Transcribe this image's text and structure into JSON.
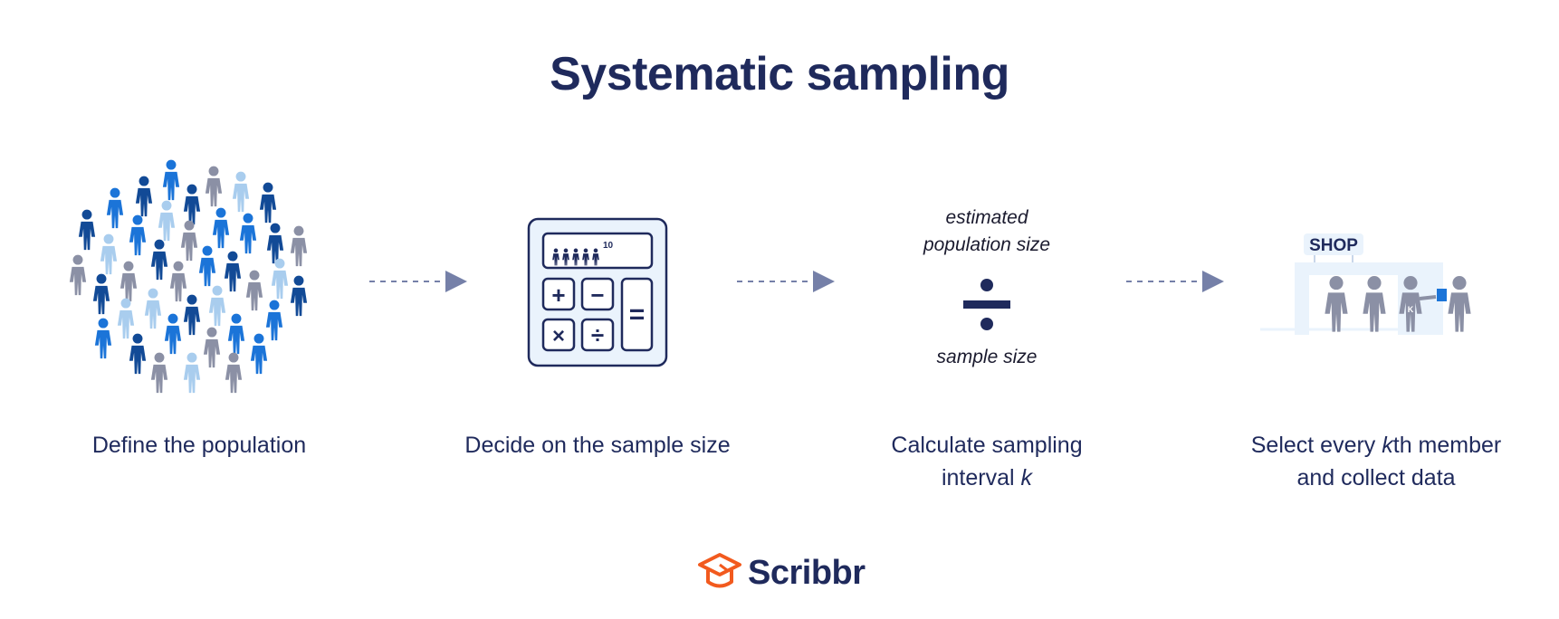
{
  "title": "Systematic sampling",
  "steps": [
    {
      "line1": "Define the population"
    },
    {
      "line1": "Decide on the sample size"
    },
    {
      "line1": "Calculate sampling",
      "line2_pre": "interval ",
      "line2_ital": "k"
    },
    {
      "line1_pre": "Select every ",
      "line1_ital": "k",
      "line1_post": "th member",
      "line2": "and collect data"
    }
  ],
  "formula": {
    "numerator_line1": "estimated",
    "numerator_line2": "population size",
    "denominator": "sample size"
  },
  "calculator": {
    "exponent": "10",
    "keys": {
      "plus": "+",
      "minus": "−",
      "times": "×",
      "divide": "÷",
      "equals": "="
    }
  },
  "shop": {
    "sign": "SHOP",
    "badge": "K"
  },
  "brand": {
    "name": "Scribbr"
  },
  "colors": {
    "navy": "#1f2a5c",
    "arrow": "#7580a8",
    "blue": "#1b74d8",
    "dark_blue": "#124a96",
    "light_blue": "#a9cdee",
    "gray": "#8b90a5",
    "panel": "#eaf3fc",
    "brand_orange": "#f25a1e"
  }
}
